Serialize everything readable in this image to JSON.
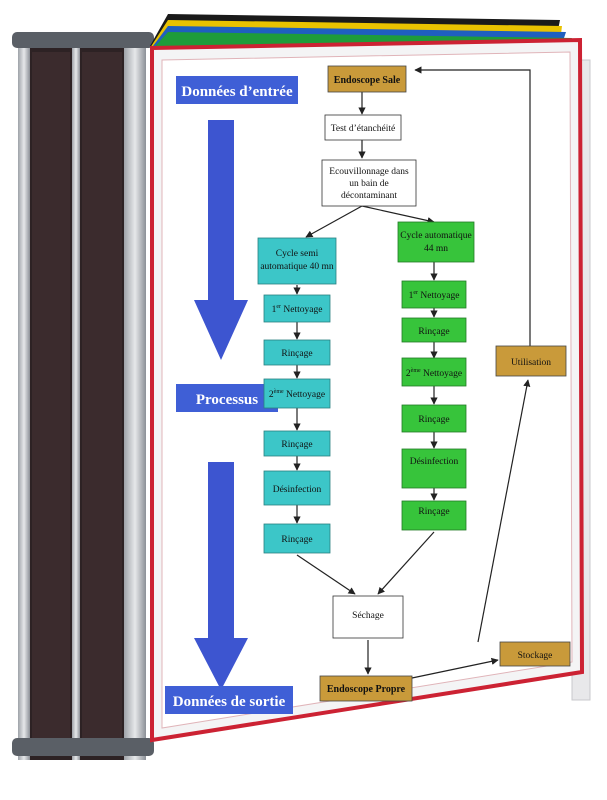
{
  "colors": {
    "frame_red": "#cc2233",
    "tab_black": "#1a1a1a",
    "tab_yellow": "#e9c200",
    "tab_blue": "#1f5fbf",
    "tab_green": "#1e9c3a",
    "cyan_box": "#3cc6c8",
    "green_box": "#37c43b",
    "gold_box": "#c99a3a",
    "blue_label": "#3f5fd6",
    "arrow_blue": "#3d55d0",
    "wall_bar": "#3a2c2c",
    "rail": "#b9bcc2"
  },
  "labels": {
    "inputs": "Données d’entrée",
    "process": "Processus",
    "outputs": "Données de sortie"
  },
  "flow": {
    "dirty": "Endoscope Sale",
    "leak": "Test d’étanchéité",
    "brush": [
      "Ecouvillonnage dans",
      "un bain de",
      "décontaminant"
    ],
    "semi": [
      "Cycle semi",
      "automatique 40 mn"
    ],
    "auto": [
      "Cycle automatique",
      "44 mn"
    ],
    "clean1_base": "1",
    "clean1_sup": "er",
    "clean1_word": " Nettoyage",
    "clean2_base": "2",
    "clean2_sup": "ème",
    "clean2_word": " Nettoyage",
    "rinse": "Rinçage",
    "disinfect": "Désinfection",
    "dry": "Séchage",
    "clean_scope": "Endoscope Propre",
    "storage": "Stockage",
    "use": "Utilisation"
  }
}
